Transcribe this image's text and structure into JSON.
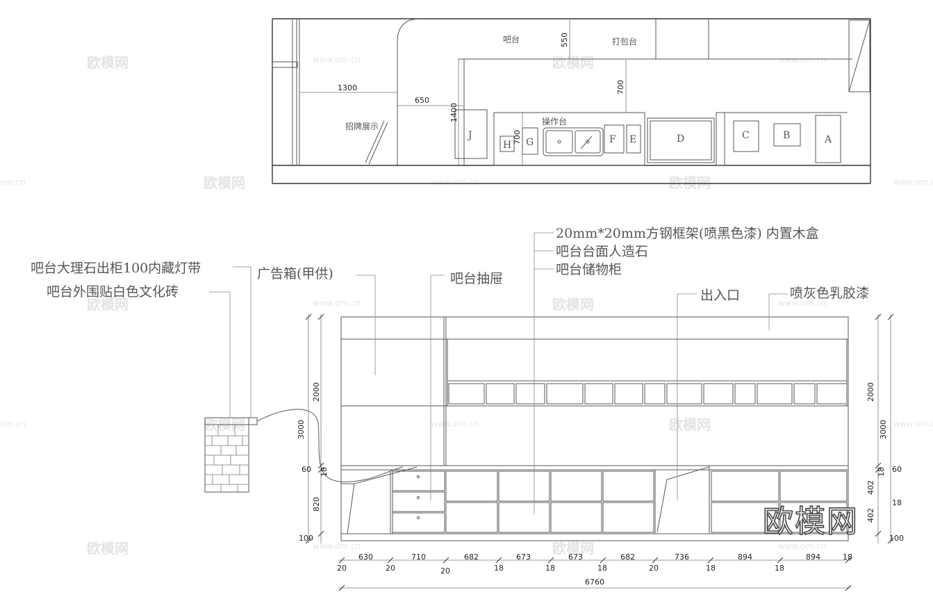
{
  "plan": {
    "labels": {
      "bar": "吧台",
      "pack": "打包台",
      "sign": "招牌展示",
      "op": "操作台"
    },
    "dims": {
      "d550": "550",
      "d1300": "1300",
      "d650": "650",
      "d700a": "700",
      "d1400": "1400",
      "d700b": "700"
    },
    "letters": {
      "J": "J",
      "H": "H",
      "G": "G",
      "F": "F",
      "E": "E",
      "D": "D",
      "C": "C",
      "B": "B",
      "A": "A"
    }
  },
  "elevation": {
    "notes": {
      "n1": "吧台大理石出柜100内藏灯带",
      "n2": "吧台外围贴白色文化砖",
      "n3": "广告箱(甲供)",
      "n4": "吧台抽屉",
      "n5": "20mm*20mm方钢框架(喷黑色漆) 内置木盒",
      "n6": "吧台台面人造石",
      "n7": "吧台储物柜",
      "n8": "出入口",
      "n9": "喷灰色乳胶漆"
    },
    "left_dims": {
      "d2000": "2000",
      "d3000": "3000",
      "d60": "60",
      "d18": "18",
      "d820": "820",
      "d100": "100"
    },
    "right_dims": {
      "d2000": "2000",
      "d3000": "3000",
      "d60": "60",
      "d18a": "18",
      "d402": "402",
      "d18b": "18",
      "d402b": "402",
      "d100": "100"
    },
    "bottom_dims": {
      "widths": [
        "630",
        "710",
        "682",
        "673",
        "673",
        "682",
        "736",
        "894",
        "894"
      ],
      "gaps": [
        "20",
        "20",
        "20",
        "18",
        "18",
        "18",
        "20",
        "18",
        "18",
        "18"
      ],
      "total": "6760"
    }
  },
  "watermark": {
    "mark": "欧模网",
    "site": "www.om.cn",
    "site_short": "om.cn"
  }
}
